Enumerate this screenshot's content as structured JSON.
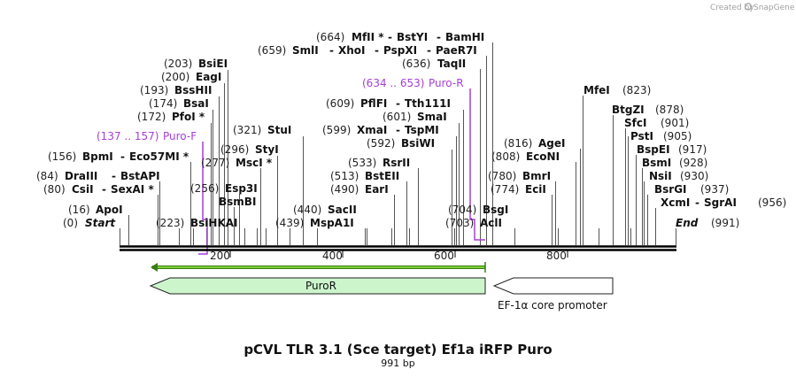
{
  "app": {
    "credit": "Created by",
    "brand": "SnapGene"
  },
  "plasmid": {
    "title": "pCVL TLR 3.1 (Sce target) Ef1a iRFP Puro",
    "length_label": "991 bp"
  },
  "axis": {
    "ticks": [
      "200",
      "400",
      "600",
      "800"
    ]
  },
  "ends": {
    "start": {
      "pos": "(0)",
      "name": "Start"
    },
    "end": {
      "pos": "(991)",
      "name": "End"
    }
  },
  "labels": [
    {
      "pos": "(664)",
      "name": "MfII *",
      "more": [
        [
          "BstYI"
        ],
        [
          "BamHI"
        ]
      ]
    },
    {
      "pos": "(659)",
      "name": "SmlI",
      "more": [
        [
          "XhoI"
        ],
        [
          "PspXI"
        ],
        [
          "PaeR7I"
        ]
      ]
    },
    {
      "pos": "(636)",
      "name": "TaqII"
    },
    {
      "pos": "(203)",
      "name": "BsiEI"
    },
    {
      "pos": "(200)",
      "name": "EagI"
    },
    {
      "pos": "(193)",
      "name": "BssHII"
    },
    {
      "pos": "(174)",
      "name": "BsaI"
    },
    {
      "pos": "(172)",
      "name": "PfoI *"
    },
    {
      "pos": "(609)",
      "name": "PflFI",
      "more": [
        [
          "Tth111I"
        ]
      ]
    },
    {
      "pos": "(601)",
      "name": "SmaI"
    },
    {
      "pos": "(599)",
      "name": "XmaI",
      "more": [
        [
          "TspMI"
        ]
      ]
    },
    {
      "pos": "(592)",
      "name": "BsiWI"
    },
    {
      "pos": "(321)",
      "name": "StuI"
    },
    {
      "pos": "(296)",
      "name": "StyI"
    },
    {
      "pos": "(277)",
      "name": "MscI *"
    },
    {
      "pos": "(256)",
      "name": "Esp3I"
    },
    {
      "pos": "",
      "name": "BsmBI"
    },
    {
      "pos": "(223)",
      "name": "BsiHKAI"
    },
    {
      "pos": "(156)",
      "name": "BpmI",
      "more": [
        [
          "Eco57MI *"
        ]
      ]
    },
    {
      "pos": "(84)",
      "name": "DraIII",
      "more": [
        [
          "BstAPI"
        ]
      ]
    },
    {
      "pos": "(80)",
      "name": "CsiI",
      "more": [
        [
          "SexAI *"
        ]
      ]
    },
    {
      "pos": "(16)",
      "name": "ApoI"
    },
    {
      "pos": "(440)",
      "name": "SacII"
    },
    {
      "pos": "(439)",
      "name": "MspA1I"
    },
    {
      "pos": "(533)",
      "name": "RsrII"
    },
    {
      "pos": "(513)",
      "name": "BstEII"
    },
    {
      "pos": "(490)",
      "name": "EarI"
    },
    {
      "pos": "(704)",
      "name": "BsgI"
    },
    {
      "pos": "(703)",
      "name": "AclI"
    },
    {
      "pos": "(816)",
      "name": "AgeI"
    },
    {
      "pos": "(808)",
      "name": "EcoNI"
    },
    {
      "pos": "(780)",
      "name": "BmrI"
    },
    {
      "pos": "(774)",
      "name": "EciI"
    },
    {
      "pos": "(823)",
      "name": "MfeI"
    },
    {
      "pos": "(878)",
      "name": "BtgZI"
    },
    {
      "pos": "(901)",
      "name": "SfcI"
    },
    {
      "pos": "(905)",
      "name": "PstI"
    },
    {
      "pos": "(917)",
      "name": "BspEI"
    },
    {
      "pos": "(928)",
      "name": "BsmI"
    },
    {
      "pos": "(930)",
      "name": "NsiI"
    },
    {
      "pos": "(937)",
      "name": "BsrGI"
    },
    {
      "pos": "(956)",
      "name": "XcmI",
      "more": [
        [
          "SgrAI"
        ]
      ]
    }
  ],
  "primers": [
    {
      "name": "Puro-F",
      "range": "(137 .. 157)"
    },
    {
      "name": "Puro-R",
      "range": "(634 .. 653)"
    }
  ],
  "features": [
    {
      "name": "PuroR"
    },
    {
      "name": "EF-1α core promoter"
    }
  ],
  "colors": {
    "primer": "#a63fd6",
    "puroR_fill": "#ccf5cc",
    "orf_green": "#7fcf38",
    "promoter_fill": "#ffffff",
    "backbone": "#000000"
  }
}
